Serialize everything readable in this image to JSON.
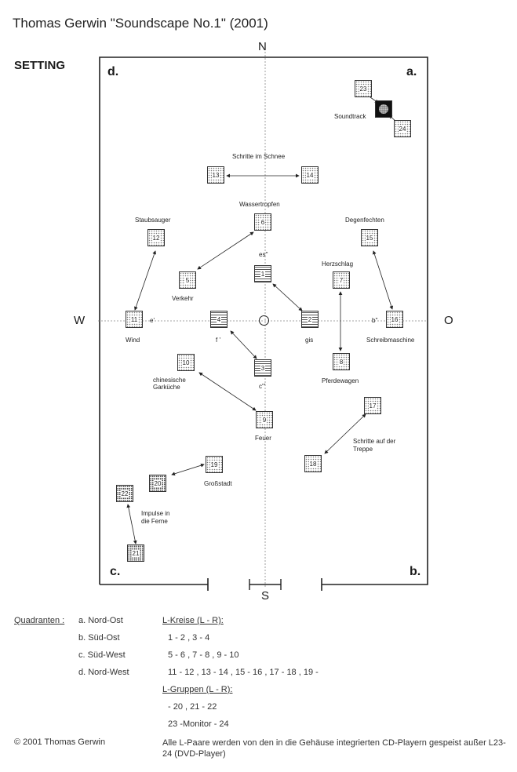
{
  "title": "Thomas Gerwin \"Soundscape No.1\" (2001)",
  "setting_label": "SETTING",
  "quadrants": {
    "a": "a.",
    "b": "b.",
    "c": "c.",
    "d": "d."
  },
  "compass": {
    "n": "N",
    "s": "S",
    "w": "W",
    "o": "O"
  },
  "center_label": "O",
  "boxes": {
    "b1": "1",
    "b2": "2",
    "b3": "3",
    "b4": "4",
    "b5": "5",
    "b6": "6",
    "b7": "7",
    "b8": "8",
    "b9": "9",
    "b10": "10",
    "b11": "11",
    "b12": "12",
    "b13": "13",
    "b14": "14",
    "b15": "15",
    "b16": "16",
    "b17": "17",
    "b18": "18",
    "b19": "19",
    "b20": "20",
    "b21": "21",
    "b22": "22",
    "b23": "23",
    "b24": "24"
  },
  "labels": {
    "soundtrack": "Soundtrack",
    "schritte_schnee": "Schritte im Schnee",
    "wassertropfen": "Wassertropfen",
    "staubsauger": "Staubsauger",
    "degenfechten": "Degenfechten",
    "herzschlag": "Herzschlag",
    "verkehr": "Verkehr",
    "wind": "Wind",
    "schreibmaschine": "Schreibmaschine",
    "gis": "gis",
    "garkueche": "chinesische Garküche",
    "pferdewagen": "Pferdewagen",
    "feuer": "Feuer",
    "schritte_treppe": "Schritte auf der Treppe",
    "grossstadt": "Großstadt",
    "impulse": "Impulse in die Ferne"
  },
  "tones": {
    "es": "es''",
    "e": "e'",
    "f": "f '",
    "b": "b''",
    "c": "c'''"
  },
  "legend": {
    "quadranten_label": "Quadranten :",
    "quadranten": [
      "a. Nord-Ost",
      "b. Süd-Ost",
      "c. Süd-West",
      "d. Nord-West"
    ],
    "l_kreise_label": "L-Kreise (L - R):",
    "l_kreise": [
      "1 - 2 , 3 - 4",
      "5 - 6 , 7 - 8 , 9 - 10",
      "11 - 12 , 13 - 14 , 15 - 16 , 17 - 18 , 19 -"
    ],
    "l_gruppen_label": "L-Gruppen (L - R):",
    "l_gruppen": [
      "- 20 , 21 - 22",
      "23 -Monitor - 24"
    ],
    "copyright": "© 2001 Thomas Gerwin",
    "note": "Alle L-Paare werden von den in die Gehäuse integrierten CD-Playern gespeist außer L23-24 (DVD-Player)"
  }
}
